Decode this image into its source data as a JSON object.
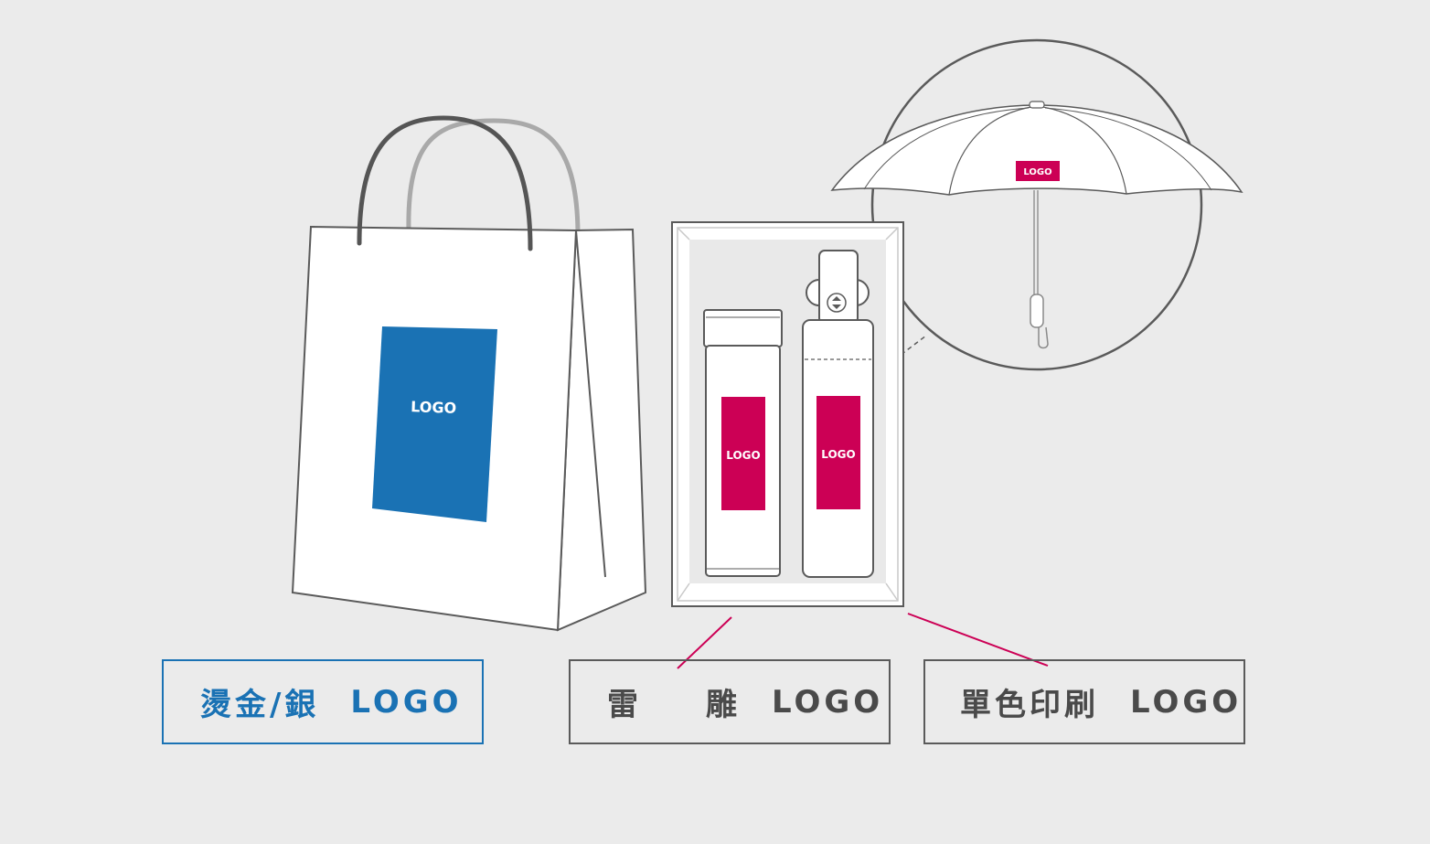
{
  "colors": {
    "background": "#ebebeb",
    "foil_blue": "#1a72b4",
    "print_magenta": "#cc0055",
    "outline_gray": "#5a5a5a"
  },
  "products": {
    "bag_logo": "LOGO",
    "umbrella_logo": "LOGO",
    "bottle_logo": "LOGO",
    "umbrella_sleeve_logo": "LOGO"
  },
  "labels": {
    "foil": {
      "method": "燙金/銀",
      "logo": "LOGO"
    },
    "engrave": {
      "char1": "雷",
      "char2": "雕",
      "logo": "LOGO"
    },
    "print": {
      "method": "單色印刷",
      "logo": "LOGO"
    }
  }
}
